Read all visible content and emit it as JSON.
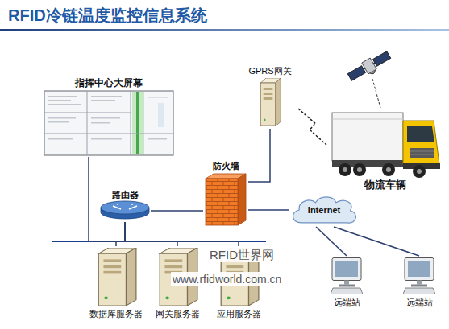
{
  "diagram": {
    "title": "RFID冷链温度监控信息系统",
    "nodes": [
      {
        "text": [
          "指挥中心大屏幕"
        ]
      },
      {
        "text": [
          "GPRS网关"
        ]
      },
      {
        "text": [
          "物流车辆"
        ]
      },
      {
        "text": [
          "防火墙"
        ]
      },
      {
        "text": [
          "路由器"
        ]
      },
      {
        "text": [
          "Internet"
        ]
      },
      {
        "text": [
          "数据库服务器"
        ]
      },
      {
        "text": [
          "网关服务器"
        ]
      },
      {
        "text": [
          "应用服务器"
        ]
      },
      {
        "text": [
          "远端站"
        ]
      },
      {
        "text": [
          "远端站"
        ]
      }
    ],
    "edges": [
      {
        "from": 0,
        "to": 4,
        "arrow": "none"
      },
      {
        "from": 4,
        "to": 6,
        "arrow": "none"
      },
      {
        "from": 4,
        "to": 7,
        "arrow": "none"
      },
      {
        "from": 4,
        "to": 8,
        "arrow": "none"
      },
      {
        "from": 4,
        "to": 3,
        "arrow": "none"
      },
      {
        "from": 3,
        "to": 1,
        "arrow": "none"
      },
      {
        "from": 3,
        "to": 5,
        "arrow": "none"
      },
      {
        "from": 1,
        "to": 2,
        "arrow": "none"
      },
      {
        "from": 5,
        "to": 9,
        "arrow": "none"
      },
      {
        "from": 5,
        "to": 10,
        "arrow": "none"
      }
    ],
    "labels": [
      "RFID世界网",
      "www.rfidworld.com.cn"
    ]
  }
}
